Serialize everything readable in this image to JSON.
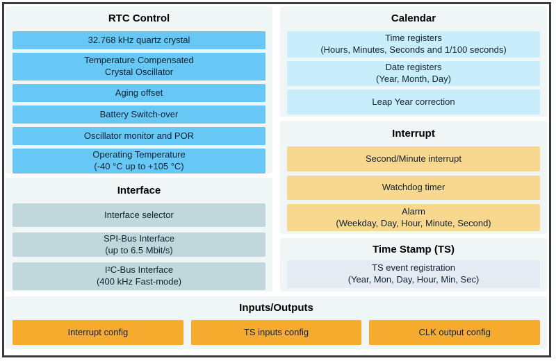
{
  "sections": {
    "rtc_control": {
      "title": "RTC Control",
      "items": [
        {
          "label": "32.768 kHz quartz crystal"
        },
        {
          "label": "Temperature Compensated\nCrystal Oscillator"
        },
        {
          "label": "Aging offset"
        },
        {
          "label": "Battery Switch-over"
        },
        {
          "label": "Oscillator monitor and POR"
        },
        {
          "label": "Operating Temperature\n(-40 °C up to +105 °C)"
        }
      ]
    },
    "interface": {
      "title": "Interface",
      "items": [
        {
          "label": "Interface selector"
        },
        {
          "label": "SPI-Bus Interface\n(up to 6.5 Mbit/s)"
        },
        {
          "label": "I²C-Bus Interface\n(400 kHz Fast-mode)"
        }
      ]
    },
    "calendar": {
      "title": "Calendar",
      "items": [
        {
          "label": "Time registers\n(Hours, Minutes, Seconds and 1/100 seconds)"
        },
        {
          "label": "Date registers\n(Year, Month, Day)"
        },
        {
          "label": "Leap Year correction"
        }
      ]
    },
    "interrupt": {
      "title": "Interrupt",
      "items": [
        {
          "label": "Second/Minute interrupt"
        },
        {
          "label": "Watchdog timer"
        },
        {
          "label": "Alarm\n(Weekday, Day, Hour, Minute, Second)"
        }
      ]
    },
    "time_stamp": {
      "title": "Time Stamp (TS)",
      "items": [
        {
          "label": "TS event registration\n(Year, Mon, Day, Hour, Min, Sec)"
        }
      ]
    },
    "inputs_outputs": {
      "title": "Inputs/Outputs",
      "items": [
        {
          "label": "Interrupt config"
        },
        {
          "label": "TS inputs config"
        },
        {
          "label": "CLK output config"
        }
      ]
    }
  },
  "colors": {
    "rtc_box": "#68c8f5",
    "interface_box": "#c0d8db",
    "calendar_box": "#c9eefb",
    "interrupt_box": "#f8d78f",
    "time_stamp_box": "#e4ebf2",
    "io_box": "#f6ab2f",
    "panel_background": "#f0f5f5",
    "frame_border": "#3b3b3b"
  }
}
